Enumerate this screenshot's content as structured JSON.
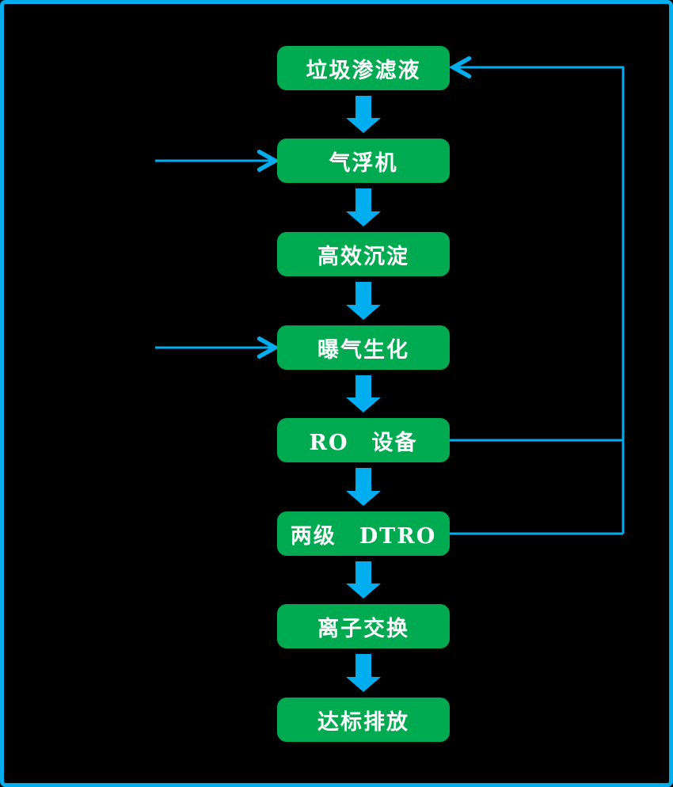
{
  "colors": {
    "background": "#000000",
    "frame_border": "#00aeef",
    "node_fill": "#00aa50",
    "node_text": "#ffffff",
    "connector": "#00aeef"
  },
  "flowchart": {
    "nodes": [
      {
        "id": "leachate",
        "label": "垃圾渗滤液"
      },
      {
        "id": "air-flotation",
        "label": "气浮机"
      },
      {
        "id": "high-eff-sedimentation",
        "label": "高效沉淀"
      },
      {
        "id": "aeration-biochem",
        "label": "曝气生化"
      },
      {
        "id": "ro-equipment",
        "label": "RO　设备"
      },
      {
        "id": "two-stage-dtro",
        "label": "两级　DTRO"
      },
      {
        "id": "ion-exchange",
        "label": "离子交换"
      },
      {
        "id": "discharge",
        "label": "达标排放"
      }
    ],
    "edges": [
      {
        "from": "leachate",
        "to": "air-flotation",
        "type": "block-arrow-down"
      },
      {
        "from": "air-flotation",
        "to": "high-eff-sedimentation",
        "type": "block-arrow-down"
      },
      {
        "from": "high-eff-sedimentation",
        "to": "aeration-biochem",
        "type": "block-arrow-down"
      },
      {
        "from": "aeration-biochem",
        "to": "ro-equipment",
        "type": "block-arrow-down"
      },
      {
        "from": "ro-equipment",
        "to": "two-stage-dtro",
        "type": "block-arrow-down"
      },
      {
        "from": "two-stage-dtro",
        "to": "ion-exchange",
        "type": "block-arrow-down"
      },
      {
        "from": "ion-exchange",
        "to": "discharge",
        "type": "block-arrow-down"
      },
      {
        "from": "ro-equipment",
        "to": "leachate",
        "type": "return-line-right-side"
      },
      {
        "from": "two-stage-dtro",
        "to": "leachate",
        "type": "return-line-right-side"
      },
      {
        "from": "outside-left",
        "to": "air-flotation",
        "type": "inflow-arrow"
      },
      {
        "from": "outside-left",
        "to": "aeration-biochem",
        "type": "inflow-arrow"
      }
    ]
  }
}
